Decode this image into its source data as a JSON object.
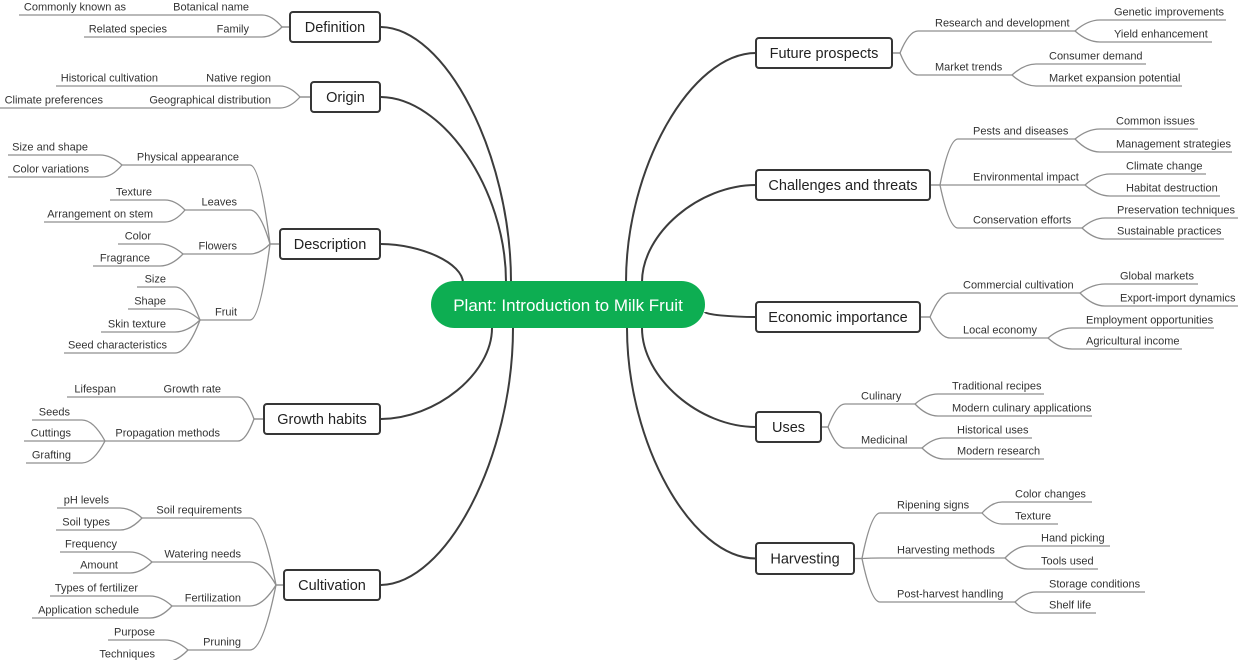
{
  "map": {
    "central_topic": "Plant: Introduction to Milk Fruit",
    "colors": {
      "central_fill": "#0DAE52",
      "central_text": "#FFFFFF",
      "topic_border": "#363636",
      "connector": "#3C3C3C",
      "sub_connector": "#8F8F8F"
    },
    "topics": [
      {
        "label": "Definition",
        "side": "left",
        "children": [
          {
            "label": "Botanical name",
            "children": [
              "Commonly known as"
            ]
          },
          {
            "label": "Family",
            "children": [
              "Related species"
            ]
          }
        ]
      },
      {
        "label": "Origin",
        "side": "left",
        "children": [
          {
            "label": "Native region",
            "children": [
              "Historical cultivation"
            ]
          },
          {
            "label": "Geographical distribution",
            "children": [
              "Climate preferences"
            ]
          }
        ]
      },
      {
        "label": "Description",
        "side": "left",
        "children": [
          {
            "label": "Physical appearance",
            "children": [
              "Size and shape",
              "Color variations"
            ]
          },
          {
            "label": "Leaves",
            "children": [
              "Texture",
              "Arrangement on stem"
            ]
          },
          {
            "label": "Flowers",
            "children": [
              "Color",
              "Fragrance"
            ]
          },
          {
            "label": "Fruit",
            "children": [
              "Size",
              "Shape",
              "Skin texture",
              "Seed characteristics"
            ]
          }
        ]
      },
      {
        "label": "Growth habits",
        "side": "left",
        "children": [
          {
            "label": "Growth rate",
            "children": [
              "Lifespan"
            ]
          },
          {
            "label": "Propagation methods",
            "children": [
              "Seeds",
              "Cuttings",
              "Grafting"
            ]
          }
        ]
      },
      {
        "label": "Cultivation",
        "side": "left",
        "children": [
          {
            "label": "Soil requirements",
            "children": [
              "pH levels",
              "Soil types"
            ]
          },
          {
            "label": "Watering needs",
            "children": [
              "Frequency",
              "Amount"
            ]
          },
          {
            "label": "Fertilization",
            "children": [
              "Types of fertilizer",
              "Application schedule"
            ]
          },
          {
            "label": "Pruning",
            "children": [
              "Purpose",
              "Techniques"
            ]
          }
        ]
      },
      {
        "label": "Future prospects",
        "side": "right",
        "children": [
          {
            "label": "Research and development",
            "children": [
              "Genetic improvements",
              "Yield enhancement"
            ]
          },
          {
            "label": "Market trends",
            "children": [
              "Consumer demand",
              "Market expansion potential"
            ]
          }
        ]
      },
      {
        "label": "Challenges and threats",
        "side": "right",
        "children": [
          {
            "label": "Pests and diseases",
            "children": [
              "Common issues",
              "Management strategies"
            ]
          },
          {
            "label": "Environmental impact",
            "children": [
              "Climate change",
              "Habitat destruction"
            ]
          },
          {
            "label": "Conservation efforts",
            "children": [
              "Preservation techniques",
              "Sustainable practices"
            ]
          }
        ]
      },
      {
        "label": "Economic importance",
        "side": "right",
        "children": [
          {
            "label": "Commercial cultivation",
            "children": [
              "Global markets",
              "Export-import dynamics"
            ]
          },
          {
            "label": "Local economy",
            "children": [
              "Employment opportunities",
              "Agricultural income"
            ]
          }
        ]
      },
      {
        "label": "Uses",
        "side": "right",
        "children": [
          {
            "label": "Culinary",
            "children": [
              "Traditional recipes",
              "Modern culinary applications"
            ]
          },
          {
            "label": "Medicinal",
            "children": [
              "Historical uses",
              "Modern research"
            ]
          }
        ]
      },
      {
        "label": "Harvesting",
        "side": "right",
        "children": [
          {
            "label": "Ripening signs",
            "children": [
              "Color changes",
              "Texture"
            ]
          },
          {
            "label": "Harvesting methods",
            "children": [
              "Hand picking",
              "Tools used"
            ]
          },
          {
            "label": "Post-harvest handling",
            "children": [
              "Storage conditions",
              "Shelf life"
            ]
          }
        ]
      }
    ]
  }
}
